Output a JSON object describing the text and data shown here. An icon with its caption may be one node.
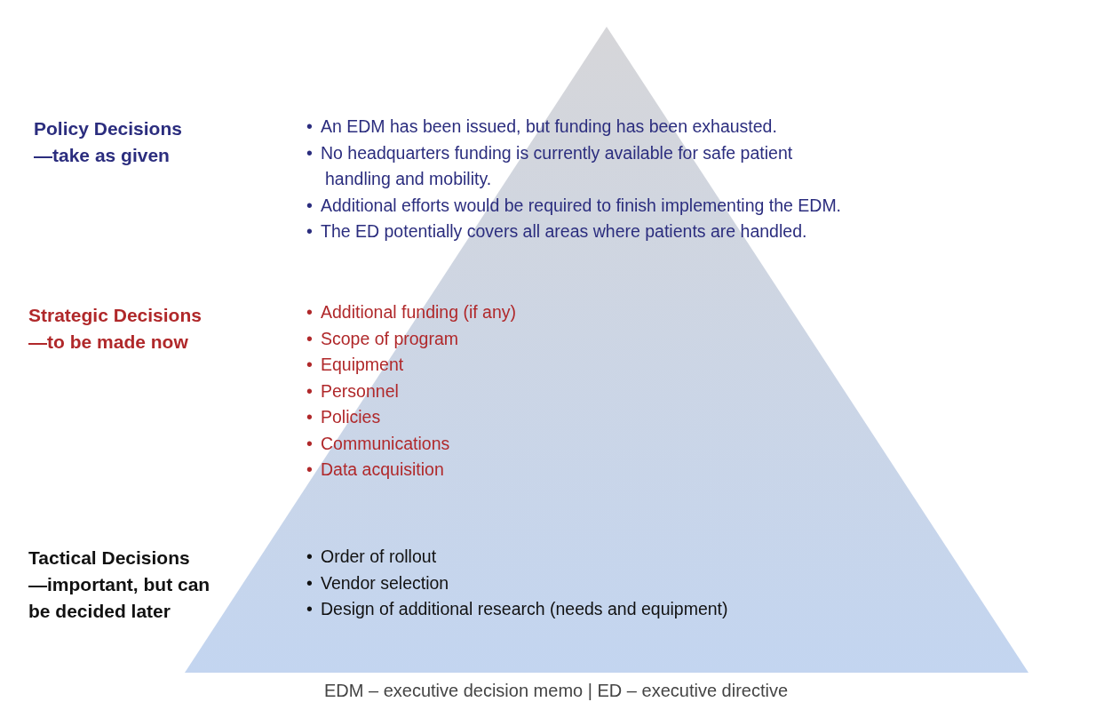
{
  "diagram": {
    "caption": "EDM – executive decision memo | ED – executive directive",
    "labels": [
      "Policy Decisions —take as given",
      "• An EDM has been issued, but funding has been exhausted.",
      "• No headquarters funding is currently available for safe patient handling and mobility.",
      "• Additional efforts would be required to finish implementing the EDM.",
      "• The ED potentially covers all areas where patients are handled.",
      "Strategic Decisions —to be made now",
      "• Additional funding (if any)",
      "• Scope of program",
      "• Equipment",
      "• Personnel",
      "• Policies",
      "• Communications",
      "• Data acquisition",
      "Tactical Decisions —important, but can be decided later",
      "• Order of rollout",
      "• Vendor selection",
      "• Design of additional research (needs and equipment)"
    ]
  }
}
